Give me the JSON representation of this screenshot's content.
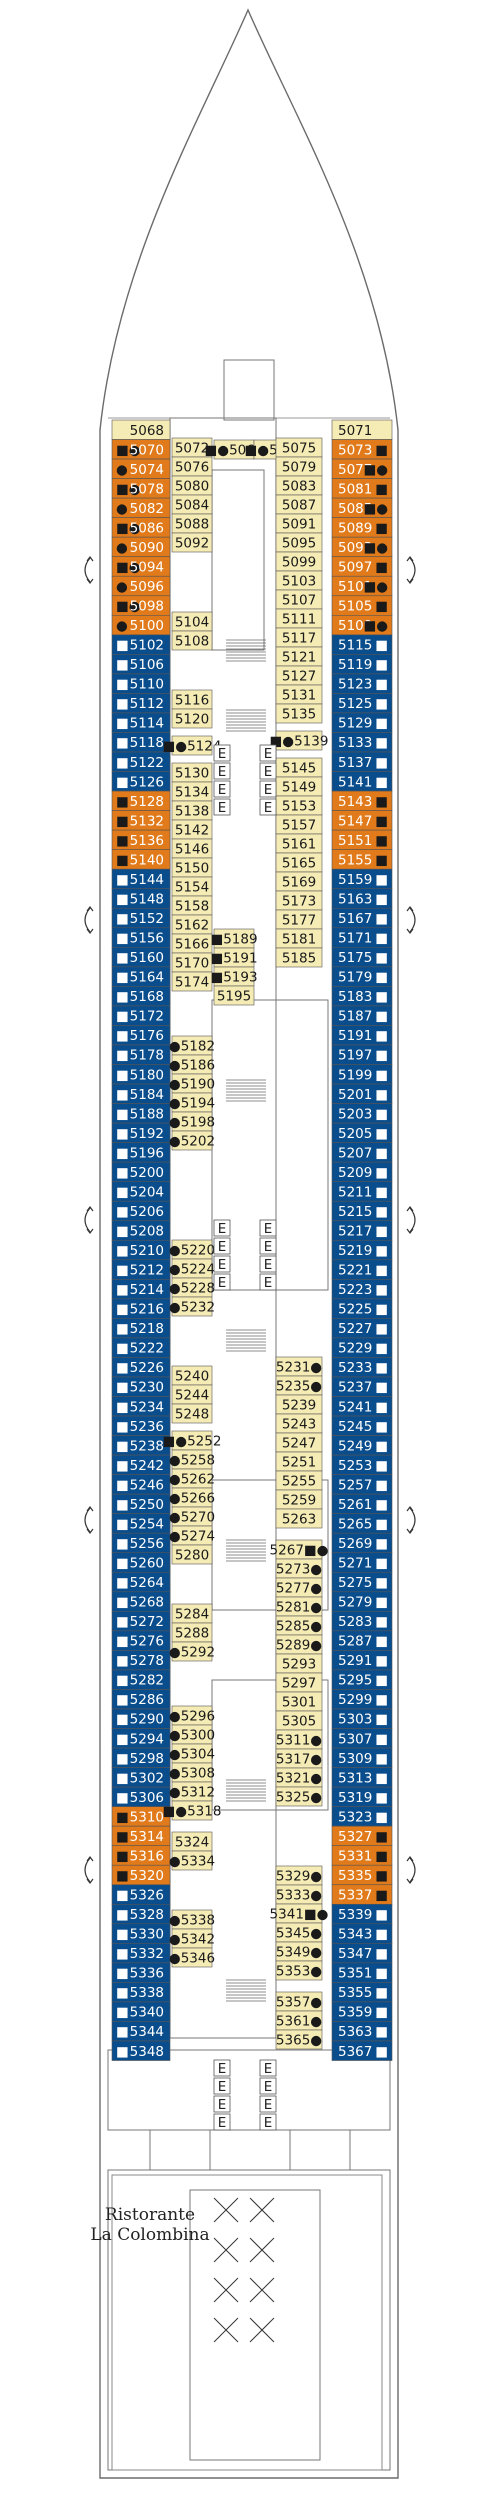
{
  "colors": {
    "blue": "#0a4d8c",
    "orange": "#e07a1a",
    "cream": "#f5ecb5",
    "outline": "#555555",
    "white": "#ffffff",
    "text_dark": "#1a1a1a"
  },
  "restaurant": {
    "line1": "Ristorante",
    "line2": "La Colombina"
  },
  "left_outer": [
    {
      "num": "5068",
      "c": "cream",
      "sym": ""
    },
    {
      "num": "5070",
      "c": "orange",
      "sym": "■●"
    },
    {
      "num": "5074",
      "c": "orange",
      "sym": "●"
    },
    {
      "num": "5078",
      "c": "orange",
      "sym": "■●"
    },
    {
      "num": "5082",
      "c": "orange",
      "sym": "●"
    },
    {
      "num": "5086",
      "c": "orange",
      "sym": "■●"
    },
    {
      "num": "5090",
      "c": "orange",
      "sym": "●"
    },
    {
      "num": "5094",
      "c": "orange",
      "sym": "■●"
    },
    {
      "num": "5096",
      "c": "orange",
      "sym": "●"
    },
    {
      "num": "5098",
      "c": "orange",
      "sym": "■●"
    },
    {
      "num": "5100",
      "c": "orange",
      "sym": "●"
    },
    {
      "num": "5102",
      "c": "blue",
      "sym": "■"
    },
    {
      "num": "5106",
      "c": "blue",
      "sym": "■"
    },
    {
      "num": "5110",
      "c": "blue",
      "sym": "■"
    },
    {
      "num": "5112",
      "c": "blue",
      "sym": "■"
    },
    {
      "num": "5114",
      "c": "blue",
      "sym": "■"
    },
    {
      "num": "5118",
      "c": "blue",
      "sym": "■"
    },
    {
      "num": "5122",
      "c": "blue",
      "sym": "■"
    },
    {
      "num": "5126",
      "c": "blue",
      "sym": "■"
    },
    {
      "num": "5128",
      "c": "orange",
      "sym": "■"
    },
    {
      "num": "5132",
      "c": "orange",
      "sym": "■"
    },
    {
      "num": "5136",
      "c": "orange",
      "sym": "■"
    },
    {
      "num": "5140",
      "c": "orange",
      "sym": "■"
    },
    {
      "num": "5144",
      "c": "blue",
      "sym": "■"
    },
    {
      "num": "5148",
      "c": "blue",
      "sym": "■"
    },
    {
      "num": "5152",
      "c": "blue",
      "sym": "■"
    },
    {
      "num": "5156",
      "c": "blue",
      "sym": "■"
    },
    {
      "num": "5160",
      "c": "blue",
      "sym": "■"
    },
    {
      "num": "5164",
      "c": "blue",
      "sym": "■"
    },
    {
      "num": "5168",
      "c": "blue",
      "sym": "■"
    },
    {
      "num": "5172",
      "c": "blue",
      "sym": "■"
    },
    {
      "num": "5176",
      "c": "blue",
      "sym": "■"
    },
    {
      "num": "5178",
      "c": "blue",
      "sym": "■"
    },
    {
      "num": "5180",
      "c": "blue",
      "sym": "■"
    },
    {
      "num": "5184",
      "c": "blue",
      "sym": "■"
    },
    {
      "num": "5188",
      "c": "blue",
      "sym": "■"
    },
    {
      "num": "5192",
      "c": "blue",
      "sym": "■"
    },
    {
      "num": "5196",
      "c": "blue",
      "sym": "■"
    },
    {
      "num": "5200",
      "c": "blue",
      "sym": "■"
    },
    {
      "num": "5204",
      "c": "blue",
      "sym": "■"
    },
    {
      "num": "5206",
      "c": "blue",
      "sym": "■"
    },
    {
      "num": "5208",
      "c": "blue",
      "sym": "■"
    },
    {
      "num": "5210",
      "c": "blue",
      "sym": "■"
    },
    {
      "num": "5212",
      "c": "blue",
      "sym": "■"
    },
    {
      "num": "5214",
      "c": "blue",
      "sym": "■"
    },
    {
      "num": "5216",
      "c": "blue",
      "sym": "■"
    },
    {
      "num": "5218",
      "c": "blue",
      "sym": "■"
    },
    {
      "num": "5222",
      "c": "blue",
      "sym": "■"
    },
    {
      "num": "5226",
      "c": "blue",
      "sym": "■"
    },
    {
      "num": "5230",
      "c": "blue",
      "sym": "■"
    },
    {
      "num": "5234",
      "c": "blue",
      "sym": "■"
    },
    {
      "num": "5236",
      "c": "blue",
      "sym": "■"
    },
    {
      "num": "5238",
      "c": "blue",
      "sym": "■"
    },
    {
      "num": "5242",
      "c": "blue",
      "sym": "■"
    },
    {
      "num": "5246",
      "c": "blue",
      "sym": "■"
    },
    {
      "num": "5250",
      "c": "blue",
      "sym": "■"
    },
    {
      "num": "5254",
      "c": "blue",
      "sym": "■"
    },
    {
      "num": "5256",
      "c": "blue",
      "sym": "■"
    },
    {
      "num": "5260",
      "c": "blue",
      "sym": "■"
    },
    {
      "num": "5264",
      "c": "blue",
      "sym": "■"
    },
    {
      "num": "5268",
      "c": "blue",
      "sym": "■"
    },
    {
      "num": "5272",
      "c": "blue",
      "sym": "■"
    },
    {
      "num": "5276",
      "c": "blue",
      "sym": "■"
    },
    {
      "num": "5278",
      "c": "blue",
      "sym": "■"
    },
    {
      "num": "5282",
      "c": "blue",
      "sym": "■"
    },
    {
      "num": "5286",
      "c": "blue",
      "sym": "■"
    },
    {
      "num": "5290",
      "c": "blue",
      "sym": "■"
    },
    {
      "num": "5294",
      "c": "blue",
      "sym": "■"
    },
    {
      "num": "5298",
      "c": "blue",
      "sym": "■"
    },
    {
      "num": "5302",
      "c": "blue",
      "sym": "■"
    },
    {
      "num": "5306",
      "c": "blue",
      "sym": "■"
    },
    {
      "num": "5310",
      "c": "orange",
      "sym": "■"
    },
    {
      "num": "5314",
      "c": "orange",
      "sym": "■"
    },
    {
      "num": "5316",
      "c": "orange",
      "sym": "■"
    },
    {
      "num": "5320",
      "c": "orange",
      "sym": "■"
    },
    {
      "num": "5326",
      "c": "blue",
      "sym": "■"
    },
    {
      "num": "5328",
      "c": "blue",
      "sym": "■"
    },
    {
      "num": "5330",
      "c": "blue",
      "sym": "■"
    },
    {
      "num": "5332",
      "c": "blue",
      "sym": "■"
    },
    {
      "num": "5336",
      "c": "blue",
      "sym": "■"
    },
    {
      "num": "5338",
      "c": "blue",
      "sym": "■"
    },
    {
      "num": "5340",
      "c": "blue",
      "sym": "■"
    },
    {
      "num": "5344",
      "c": "blue",
      "sym": "■"
    },
    {
      "num": "5348",
      "c": "blue",
      "sym": "■"
    }
  ],
  "right_outer": [
    {
      "num": "5071",
      "c": "cream",
      "sym": ""
    },
    {
      "num": "5073",
      "c": "orange",
      "sym": "■"
    },
    {
      "num": "5077",
      "c": "orange",
      "sym": "■●"
    },
    {
      "num": "5081",
      "c": "orange",
      "sym": "■"
    },
    {
      "num": "5085",
      "c": "orange",
      "sym": "■●"
    },
    {
      "num": "5089",
      "c": "orange",
      "sym": "■"
    },
    {
      "num": "5093",
      "c": "orange",
      "sym": "■●"
    },
    {
      "num": "5097",
      "c": "orange",
      "sym": "■"
    },
    {
      "num": "5101",
      "c": "orange",
      "sym": "■●"
    },
    {
      "num": "5105",
      "c": "orange",
      "sym": "■"
    },
    {
      "num": "5109",
      "c": "orange",
      "sym": "■●"
    },
    {
      "num": "5115",
      "c": "blue",
      "sym": "■"
    },
    {
      "num": "5119",
      "c": "blue",
      "sym": "■"
    },
    {
      "num": "5123",
      "c": "blue",
      "sym": "■"
    },
    {
      "num": "5125",
      "c": "blue",
      "sym": "■"
    },
    {
      "num": "5129",
      "c": "blue",
      "sym": "■"
    },
    {
      "num": "5133",
      "c": "blue",
      "sym": "■"
    },
    {
      "num": "5137",
      "c": "blue",
      "sym": "■"
    },
    {
      "num": "5141",
      "c": "blue",
      "sym": "■"
    },
    {
      "num": "5143",
      "c": "orange",
      "sym": "■"
    },
    {
      "num": "5147",
      "c": "orange",
      "sym": "■"
    },
    {
      "num": "5151",
      "c": "orange",
      "sym": "■"
    },
    {
      "num": "5155",
      "c": "orange",
      "sym": "■"
    },
    {
      "num": "5159",
      "c": "blue",
      "sym": "■"
    },
    {
      "num": "5163",
      "c": "blue",
      "sym": "■"
    },
    {
      "num": "5167",
      "c": "blue",
      "sym": "■"
    },
    {
      "num": "5171",
      "c": "blue",
      "sym": "■"
    },
    {
      "num": "5175",
      "c": "blue",
      "sym": "■"
    },
    {
      "num": "5179",
      "c": "blue",
      "sym": "■"
    },
    {
      "num": "5183",
      "c": "blue",
      "sym": "■"
    },
    {
      "num": "5187",
      "c": "blue",
      "sym": "■"
    },
    {
      "num": "5191",
      "c": "blue",
      "sym": "■"
    },
    {
      "num": "5197",
      "c": "blue",
      "sym": "■"
    },
    {
      "num": "5199",
      "c": "blue",
      "sym": "■"
    },
    {
      "num": "5201",
      "c": "blue",
      "sym": "■"
    },
    {
      "num": "5203",
      "c": "blue",
      "sym": "■"
    },
    {
      "num": "5205",
      "c": "blue",
      "sym": "■"
    },
    {
      "num": "5207",
      "c": "blue",
      "sym": "■"
    },
    {
      "num": "5209",
      "c": "blue",
      "sym": "■"
    },
    {
      "num": "5211",
      "c": "blue",
      "sym": "■"
    },
    {
      "num": "5215",
      "c": "blue",
      "sym": "■"
    },
    {
      "num": "5217",
      "c": "blue",
      "sym": "■"
    },
    {
      "num": "5219",
      "c": "blue",
      "sym": "■"
    },
    {
      "num": "5221",
      "c": "blue",
      "sym": "■"
    },
    {
      "num": "5223",
      "c": "blue",
      "sym": "■"
    },
    {
      "num": "5225",
      "c": "blue",
      "sym": "■"
    },
    {
      "num": "5227",
      "c": "blue",
      "sym": "■"
    },
    {
      "num": "5229",
      "c": "blue",
      "sym": "■"
    },
    {
      "num": "5233",
      "c": "blue",
      "sym": "■"
    },
    {
      "num": "5237",
      "c": "blue",
      "sym": "■"
    },
    {
      "num": "5241",
      "c": "blue",
      "sym": "■"
    },
    {
      "num": "5245",
      "c": "blue",
      "sym": "■"
    },
    {
      "num": "5249",
      "c": "blue",
      "sym": "■"
    },
    {
      "num": "5253",
      "c": "blue",
      "sym": "■"
    },
    {
      "num": "5257",
      "c": "blue",
      "sym": "■"
    },
    {
      "num": "5261",
      "c": "blue",
      "sym": "■"
    },
    {
      "num": "5265",
      "c": "blue",
      "sym": "■"
    },
    {
      "num": "5269",
      "c": "blue",
      "sym": "■"
    },
    {
      "num": "5271",
      "c": "blue",
      "sym": "■"
    },
    {
      "num": "5275",
      "c": "blue",
      "sym": "■"
    },
    {
      "num": "5279",
      "c": "blue",
      "sym": "■"
    },
    {
      "num": "5283",
      "c": "blue",
      "sym": "■"
    },
    {
      "num": "5287",
      "c": "blue",
      "sym": "■"
    },
    {
      "num": "5291",
      "c": "blue",
      "sym": "■"
    },
    {
      "num": "5295",
      "c": "blue",
      "sym": "■"
    },
    {
      "num": "5299",
      "c": "blue",
      "sym": "■"
    },
    {
      "num": "5303",
      "c": "blue",
      "sym": "■"
    },
    {
      "num": "5307",
      "c": "blue",
      "sym": "■"
    },
    {
      "num": "5309",
      "c": "blue",
      "sym": "■"
    },
    {
      "num": "5313",
      "c": "blue",
      "sym": "■"
    },
    {
      "num": "5319",
      "c": "blue",
      "sym": "■"
    },
    {
      "num": "5323",
      "c": "blue",
      "sym": "■"
    },
    {
      "num": "5327",
      "c": "orange",
      "sym": "■"
    },
    {
      "num": "5331",
      "c": "orange",
      "sym": "■"
    },
    {
      "num": "5335",
      "c": "orange",
      "sym": "■"
    },
    {
      "num": "5337",
      "c": "orange",
      "sym": "■"
    },
    {
      "num": "5339",
      "c": "blue",
      "sym": "■"
    },
    {
      "num": "5343",
      "c": "blue",
      "sym": "■"
    },
    {
      "num": "5347",
      "c": "blue",
      "sym": "■"
    },
    {
      "num": "5351",
      "c": "blue",
      "sym": "■"
    },
    {
      "num": "5355",
      "c": "blue",
      "sym": "■"
    },
    {
      "num": "5359",
      "c": "blue",
      "sym": "■"
    },
    {
      "num": "5363",
      "c": "blue",
      "sym": "■"
    },
    {
      "num": "5367",
      "c": "blue",
      "sym": "■"
    }
  ],
  "inner_left": [
    {
      "num": "5072"
    },
    {
      "num": "5076"
    },
    {
      "num": "5080"
    },
    {
      "num": "5084"
    },
    {
      "num": "5088"
    },
    {
      "num": "5092"
    },
    {
      "num": "5104"
    },
    {
      "num": "5108"
    },
    {
      "num": "5116"
    },
    {
      "num": "5120"
    },
    {
      "num": "5124",
      "pre": "■●"
    },
    {
      "num": "5130"
    },
    {
      "num": "5134"
    },
    {
      "num": "5138"
    },
    {
      "num": "5142"
    },
    {
      "num": "5146"
    },
    {
      "num": "5150"
    },
    {
      "num": "5154"
    },
    {
      "num": "5158"
    },
    {
      "num": "5162"
    },
    {
      "num": "5166"
    },
    {
      "num": "5170"
    },
    {
      "num": "5174"
    },
    {
      "num": "5182",
      "pre": "●"
    },
    {
      "num": "5186",
      "pre": "●"
    },
    {
      "num": "5190",
      "pre": "●"
    },
    {
      "num": "5194",
      "pre": "●"
    },
    {
      "num": "5198",
      "pre": "●"
    },
    {
      "num": "5202",
      "pre": "●"
    },
    {
      "num": "5220",
      "pre": "●"
    },
    {
      "num": "5224",
      "pre": "●"
    },
    {
      "num": "5228",
      "pre": "●"
    },
    {
      "num": "5232",
      "pre": "●"
    },
    {
      "num": "5240"
    },
    {
      "num": "5244"
    },
    {
      "num": "5248"
    },
    {
      "num": "5252",
      "pre": "■●"
    },
    {
      "num": "5258",
      "pre": "●"
    },
    {
      "num": "5262",
      "pre": "●"
    },
    {
      "num": "5266",
      "pre": "●"
    },
    {
      "num": "5270",
      "pre": "●"
    },
    {
      "num": "5274",
      "pre": "●"
    },
    {
      "num": "5280"
    },
    {
      "num": "5284"
    },
    {
      "num": "5288"
    },
    {
      "num": "5292",
      "pre": "●"
    },
    {
      "num": "5296",
      "pre": "●"
    },
    {
      "num": "5300",
      "pre": "●"
    },
    {
      "num": "5304",
      "pre": "●"
    },
    {
      "num": "5308",
      "pre": "●"
    },
    {
      "num": "5312",
      "pre": "●"
    },
    {
      "num": "5318",
      "pre": "■●"
    },
    {
      "num": "5324"
    },
    {
      "num": "5334",
      "pre": "●"
    },
    {
      "num": "5338",
      "pre": "●"
    },
    {
      "num": "5342",
      "pre": "●"
    },
    {
      "num": "5346",
      "pre": "●"
    }
  ],
  "inner_center": [
    {
      "num": "5066",
      "pre": "■●"
    },
    {
      "num": "5069",
      "pre": "■●"
    },
    {
      "num": "5189",
      "pre": "■"
    },
    {
      "num": "5191",
      "pre": "■"
    },
    {
      "num": "5193",
      "pre": "■"
    },
    {
      "num": "5195"
    }
  ],
  "inner_right": [
    {
      "num": "5075"
    },
    {
      "num": "5079"
    },
    {
      "num": "5083"
    },
    {
      "num": "5087"
    },
    {
      "num": "5091"
    },
    {
      "num": "5095"
    },
    {
      "num": "5099"
    },
    {
      "num": "5103"
    },
    {
      "num": "5107"
    },
    {
      "num": "5111"
    },
    {
      "num": "5117"
    },
    {
      "num": "5121"
    },
    {
      "num": "5127"
    },
    {
      "num": "5131"
    },
    {
      "num": "5135"
    },
    {
      "num": "5139",
      "pre": "■●"
    },
    {
      "num": "5145"
    },
    {
      "num": "5149"
    },
    {
      "num": "5153"
    },
    {
      "num": "5157"
    },
    {
      "num": "5161"
    },
    {
      "num": "5165"
    },
    {
      "num": "5169"
    },
    {
      "num": "5173"
    },
    {
      "num": "5177"
    },
    {
      "num": "5181"
    },
    {
      "num": "5185"
    },
    {
      "num": "5231",
      "post": "●"
    },
    {
      "num": "5235",
      "post": "●"
    },
    {
      "num": "5239"
    },
    {
      "num": "5243"
    },
    {
      "num": "5247"
    },
    {
      "num": "5251"
    },
    {
      "num": "5255"
    },
    {
      "num": "5259"
    },
    {
      "num": "5263"
    },
    {
      "num": "5267",
      "post": "■●"
    },
    {
      "num": "5273",
      "post": "●"
    },
    {
      "num": "5277",
      "post": "●"
    },
    {
      "num": "5281",
      "post": "●"
    },
    {
      "num": "5285",
      "post": "●"
    },
    {
      "num": "5289",
      "post": "●"
    },
    {
      "num": "5293"
    },
    {
      "num": "5297"
    },
    {
      "num": "5301"
    },
    {
      "num": "5305"
    },
    {
      "num": "5311",
      "post": "●"
    },
    {
      "num": "5317",
      "post": "●"
    },
    {
      "num": "5321",
      "post": "●"
    },
    {
      "num": "5325",
      "post": "●"
    },
    {
      "num": "5329",
      "post": "●"
    },
    {
      "num": "5333",
      "post": "●"
    },
    {
      "num": "5341",
      "post": "■●"
    },
    {
      "num": "5345",
      "post": "●"
    },
    {
      "num": "5349",
      "post": "●"
    },
    {
      "num": "5353",
      "post": "●"
    },
    {
      "num": "5357",
      "post": "●"
    },
    {
      "num": "5361",
      "post": "●"
    },
    {
      "num": "5365",
      "post": "●"
    }
  ],
  "elevator_label": "E"
}
